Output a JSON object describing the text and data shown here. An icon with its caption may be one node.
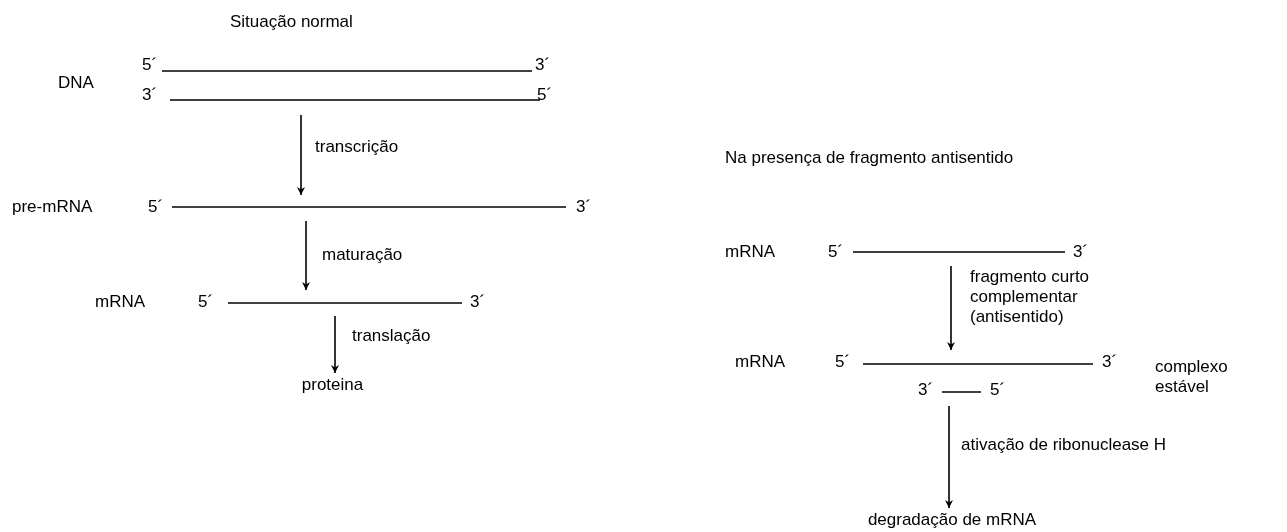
{
  "diagram": {
    "nodes": [
      {
        "text": [
          "DNA",
          "5´",
          "3´",
          "3´",
          "5´"
        ]
      },
      {
        "text": [
          "pre-mRNA",
          "5´",
          "3´"
        ]
      },
      {
        "text": [
          "mRNA",
          "5´",
          "3´"
        ]
      },
      {
        "text": [
          "proteina"
        ]
      },
      {
        "text": [
          "mRNA",
          "5´",
          "3´"
        ]
      },
      {
        "text": [
          "mRNA",
          "5´",
          "3´",
          "3´",
          "5´"
        ],
        "beside": [
          "complexo estável"
        ]
      },
      {
        "text": [
          "degradação de mRNA"
        ]
      }
    ],
    "edges": [
      {
        "from": 0,
        "to": 1,
        "arrow": "to",
        "label": "transcrição"
      },
      {
        "from": 1,
        "to": 2,
        "arrow": "to",
        "label": "maturação"
      },
      {
        "from": 2,
        "to": 3,
        "arrow": "to",
        "label": "translação"
      },
      {
        "from": 4,
        "to": 5,
        "arrow": "to",
        "label": "fragmento curto complementar (antisentido)"
      },
      {
        "from": 5,
        "to": 6,
        "arrow": "to",
        "label": "ativação de ribonuclease H"
      }
    ],
    "labels": [
      "Situação normal",
      "Na presença de fragmento antisentido"
    ]
  }
}
